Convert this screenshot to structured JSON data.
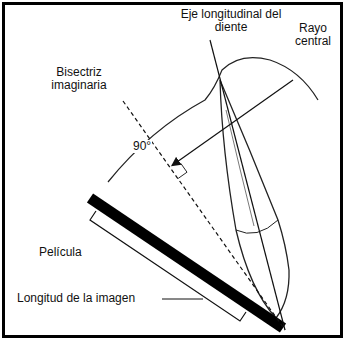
{
  "diagram": {
    "labels": [
      "Eje longitudinal del diente",
      "Rayo central",
      "Bisectriz imaginaria",
      "90°",
      "Película",
      "Longitud de la imagen"
    ]
  }
}
